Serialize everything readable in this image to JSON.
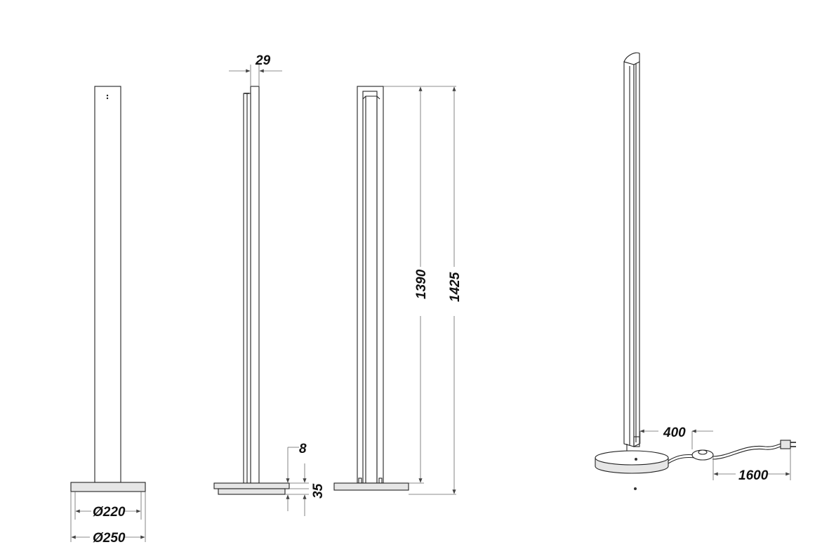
{
  "dimensions": {
    "head_width": "29",
    "height_inner": "1390",
    "height_total": "1425",
    "base_offset": "8",
    "base_height": "35",
    "base_inner_diameter": "Ø220",
    "base_outer_diameter": "Ø250",
    "switch_distance": "400",
    "cable_length": "1600"
  }
}
